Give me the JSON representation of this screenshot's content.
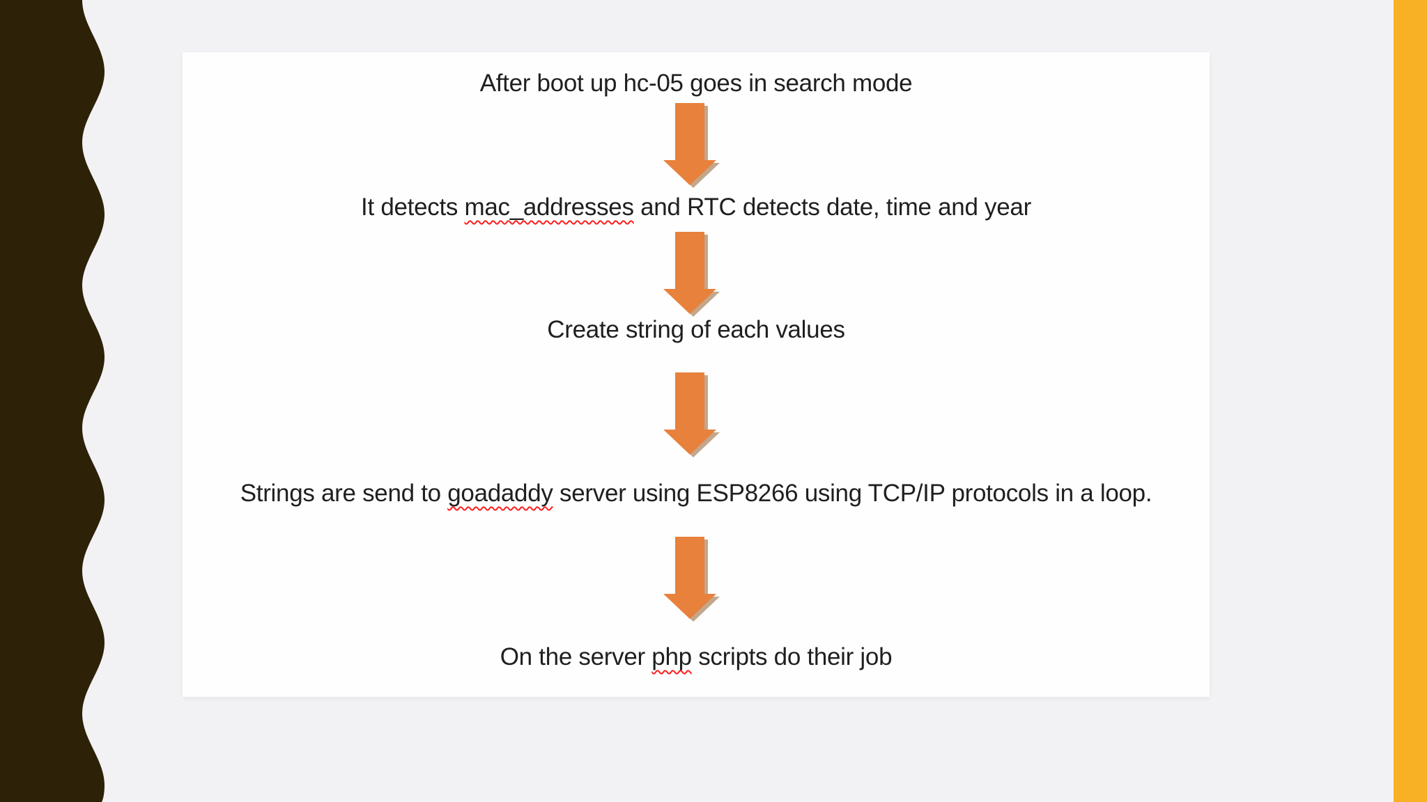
{
  "slide": {
    "description": "Flowchart slide: HC-05 bluetooth data pipeline",
    "colors": {
      "canvas_background": "#f2f1f4",
      "slide_background": "#fefefe",
      "left_band": "#2d2108",
      "right_strip": "#f8b124",
      "arrow": "#e8813c",
      "arrow_shadow": "#c4a78b",
      "spellcheck_squiggle": "#ff1d1d",
      "text": "#1f1f1f"
    },
    "flow_steps": [
      {
        "pre": "After boot up hc-05 goes in search mode",
        "misspelled": "",
        "post": ""
      },
      {
        "pre": "It detects ",
        "misspelled": "mac_addresses",
        "post": " and RTC detects date, time and year"
      },
      {
        "pre": "Create string of each values",
        "misspelled": "",
        "post": ""
      },
      {
        "pre": "Strings are send to ",
        "misspelled": "goadaddy",
        "post": " server using ESP8266 using TCP/IP protocols in a loop."
      },
      {
        "pre": "On the server ",
        "misspelled": "php",
        "post": " scripts do their job"
      }
    ]
  }
}
